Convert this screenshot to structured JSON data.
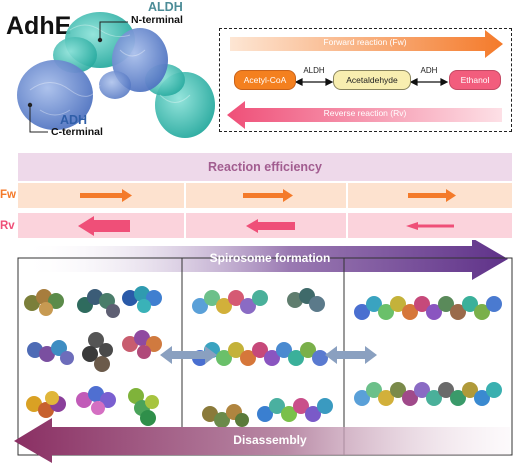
{
  "title": "AdhE",
  "domains": {
    "aldh": {
      "name": "ALDH",
      "terminal": "N-terminal",
      "color": "#4c8c97"
    },
    "adh": {
      "name": "ADH",
      "terminal": "C-terminal",
      "color": "#2f5ea8"
    }
  },
  "reaction": {
    "forward_label": "Forward reaction (Fw)",
    "reverse_label": "Reverse reaction (Rv)",
    "compounds": [
      "Acetyl-CoA",
      "Acetaldehyde",
      "Ethanol"
    ],
    "enzymes": [
      "ALDH",
      "ADH"
    ],
    "colors": {
      "forward": "#f47a2a",
      "reverse": "#ef4f78",
      "acetylcoa": "#f4801f",
      "acetaldehyde": "#f8eeb0",
      "ethanol": "#f25d7d"
    }
  },
  "efficiency": {
    "title": "Reaction efficiency",
    "fw_label": "Fw",
    "rv_label": "Rv",
    "colors": {
      "fw_row": "#fde2cf",
      "rv_row": "#fbd3dc",
      "fw_text": "#f47a2a",
      "rv_text": "#ef4f78"
    }
  },
  "assembly": {
    "formation_label": "Spirosome formation",
    "disassembly_label": "Disassembly",
    "colors": {
      "formation": "#6b3b8f",
      "disassembly": "#8e3a6a"
    }
  }
}
